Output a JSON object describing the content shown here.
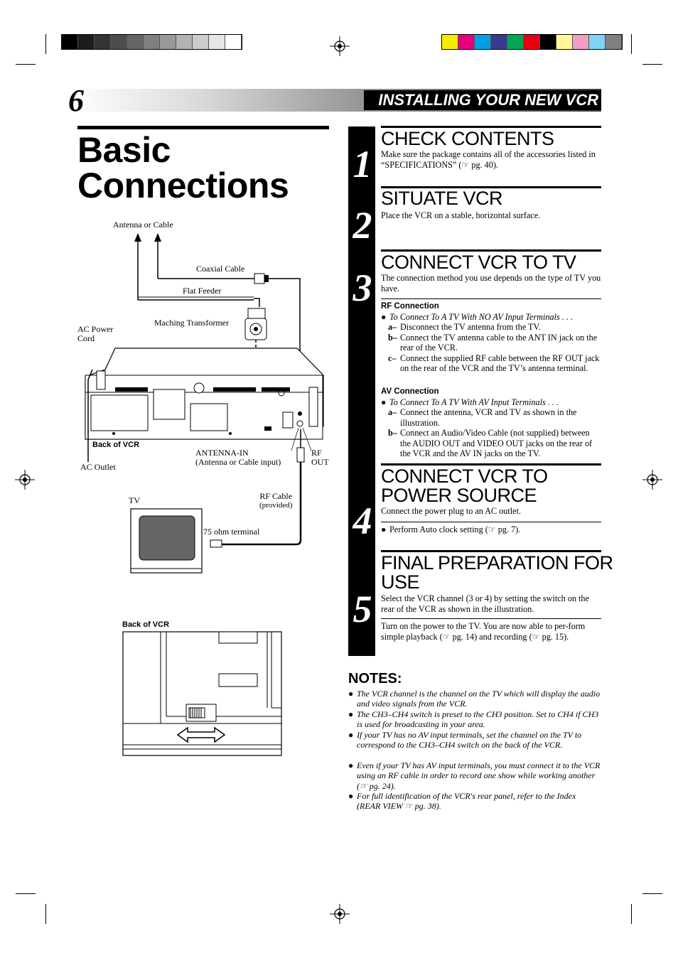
{
  "header": {
    "page_number": "6",
    "section_title": "INSTALLING YOUR NEW VCR",
    "main_title_line1": "Basic",
    "main_title_line2": "Connections"
  },
  "colors": {
    "grayscale_swatches": [
      "#000000",
      "#1c1c1c",
      "#333333",
      "#4d4d4d",
      "#666666",
      "#808080",
      "#999999",
      "#b3b3b3",
      "#cccccc",
      "#e6e6e6",
      "#ffffff"
    ],
    "color_swatches": [
      "#f5ec00",
      "#e6007e",
      "#00a0e9",
      "#3a3a8f",
      "#00a651",
      "#e60012",
      "#000000",
      "#fff799",
      "#f19ec2",
      "#7fd3f7",
      "#808080"
    ]
  },
  "diagram": {
    "antenna_or_cable": "Antenna or Cable",
    "coaxial_cable": "Coaxial Cable",
    "flat_feeder": "Flat Feeder",
    "matching_transformer": "Maching Transformer",
    "ac_power_cord_1": "AC Power",
    "ac_power_cord_2": "Cord",
    "back_of_vcr": "Back of VCR",
    "antenna_in_1": "ANTENNA-IN",
    "antenna_in_2": "(Antenna or Cable input)",
    "rf_out_1": "RF",
    "rf_out_2": "OUT",
    "ac_outlet": "AC Outlet",
    "tv": "TV",
    "rf_cable_1": "RF Cable",
    "rf_cable_2": "(provided)",
    "ohm_terminal": "75 ohm terminal",
    "back_of_vcr_2": "Back of VCR"
  },
  "steps": [
    {
      "number": "1",
      "heading": "CHECK CONTENTS",
      "text": "Make sure the package contains all of the accessories listed in “SPECIFICATIONS” (☞ pg. 40)."
    },
    {
      "number": "2",
      "heading": "SITUATE VCR",
      "text": "Place the VCR on a stable, horizontal surface."
    },
    {
      "number": "3",
      "heading": "CONNECT VCR TO TV",
      "text": "The connection method you use depends on the type of TV you have.",
      "rf_title": "RF Connection",
      "rf_intro": "To Connect To A TV With NO AV Input Terminals . . .",
      "rf_a_key": "a–",
      "rf_a": "Disconnect the TV antenna from the TV.",
      "rf_b_key": "b–",
      "rf_b": "Connect the TV antenna cable to the ANT IN jack on the rear of the VCR.",
      "rf_c_key": "c–",
      "rf_c": "Connect the supplied RF cable between the RF OUT jack on the rear of the VCR and the TV’s antenna terminal.",
      "av_title": "AV Connection",
      "av_intro": "To Connect To A TV With AV Input Terminals . . .",
      "av_a_key": "a–",
      "av_a": "Connect the antenna, VCR and TV as shown in the illustration.",
      "av_b_key": "b–",
      "av_b": "Connect an Audio/Video Cable (not supplied) between the AUDIO OUT and VIDEO OUT jacks on the rear of the VCR and the AV IN jacks on the TV."
    },
    {
      "number": "4",
      "heading_1": "CONNECT VCR TO",
      "heading_2": "POWER SOURCE",
      "text": "Connect the power plug to an AC outlet.",
      "bullet": "Perform Auto clock setting (☞ pg. 7)."
    },
    {
      "number": "5",
      "heading_1": "FINAL PREPARATION FOR",
      "heading_2": "USE",
      "text": "Select the VCR channel (3 or 4) by setting the switch on the rear of the VCR as shown in the illustration.",
      "text2": "Turn on the power to the TV. You are now able to per-form simple playback (☞ pg. 14) and recording (☞ pg. 15)."
    }
  ],
  "notes": {
    "title": "NOTES:",
    "bullet": "●",
    "items": [
      "The VCR channel is the channel on the TV which will display the audio and video signals from the VCR.",
      "The CH3–CH4 switch is preset to the CH3 position. Set to CH4 if CH3 is used for broadcasting in your area.",
      "If your TV has no AV input terminals, set the channel on the TV to correspond to the CH3–CH4 switch on the back of the VCR.",
      "Even if your TV has AV input terminals, you must connect it to the VCR using an RF cable in order to record one show while working another (☞ pg. 24).",
      "For full identification of the VCR's rear panel, refer to the Index (REAR VIEW ☞ pg. 38)."
    ]
  }
}
